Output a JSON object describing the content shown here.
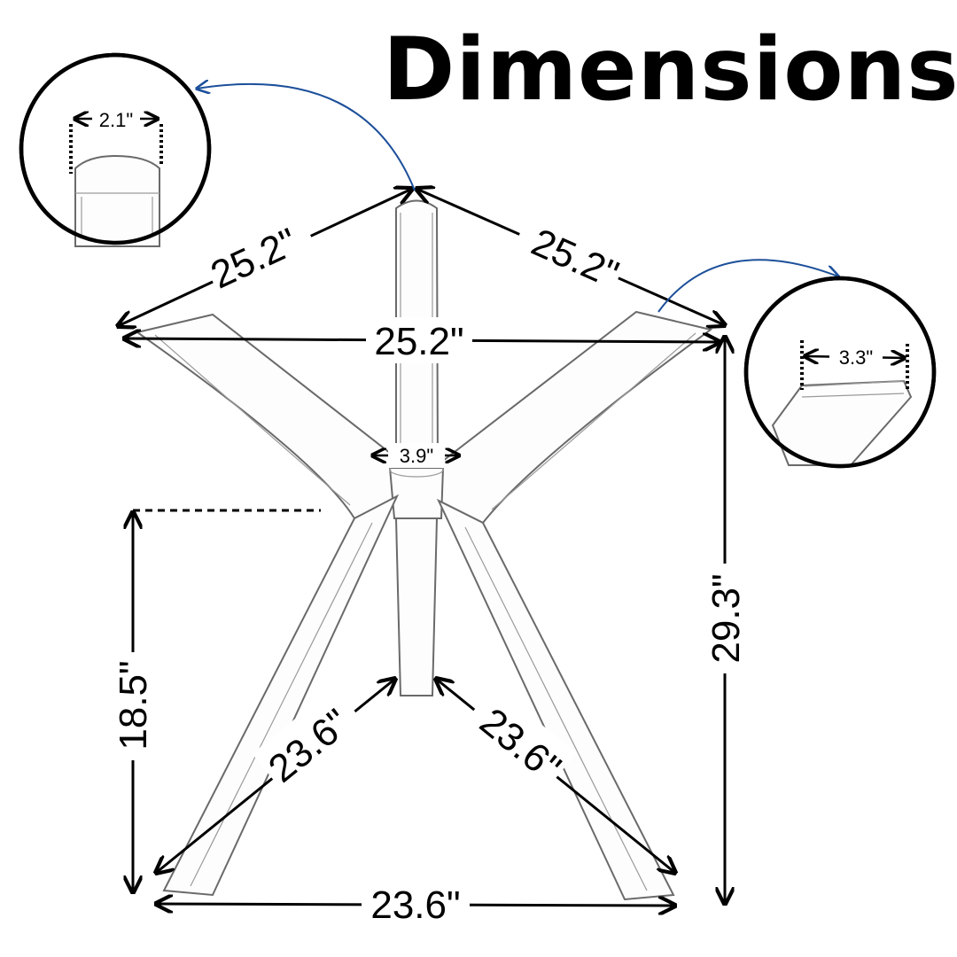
{
  "title": "Dimensions",
  "labels": {
    "leg_top_left": "25.2\"",
    "leg_top_right": "25.2\"",
    "top_span": "25.2\"",
    "center_width": "3.9\"",
    "leg_height": "18.5\"",
    "total_height": "29.3\"",
    "lower_left": "23.6\"",
    "lower_right": "23.6\"",
    "bottom_span": "23.6\"",
    "detail_left": "2.1\"",
    "detail_right": "3.3\""
  }
}
